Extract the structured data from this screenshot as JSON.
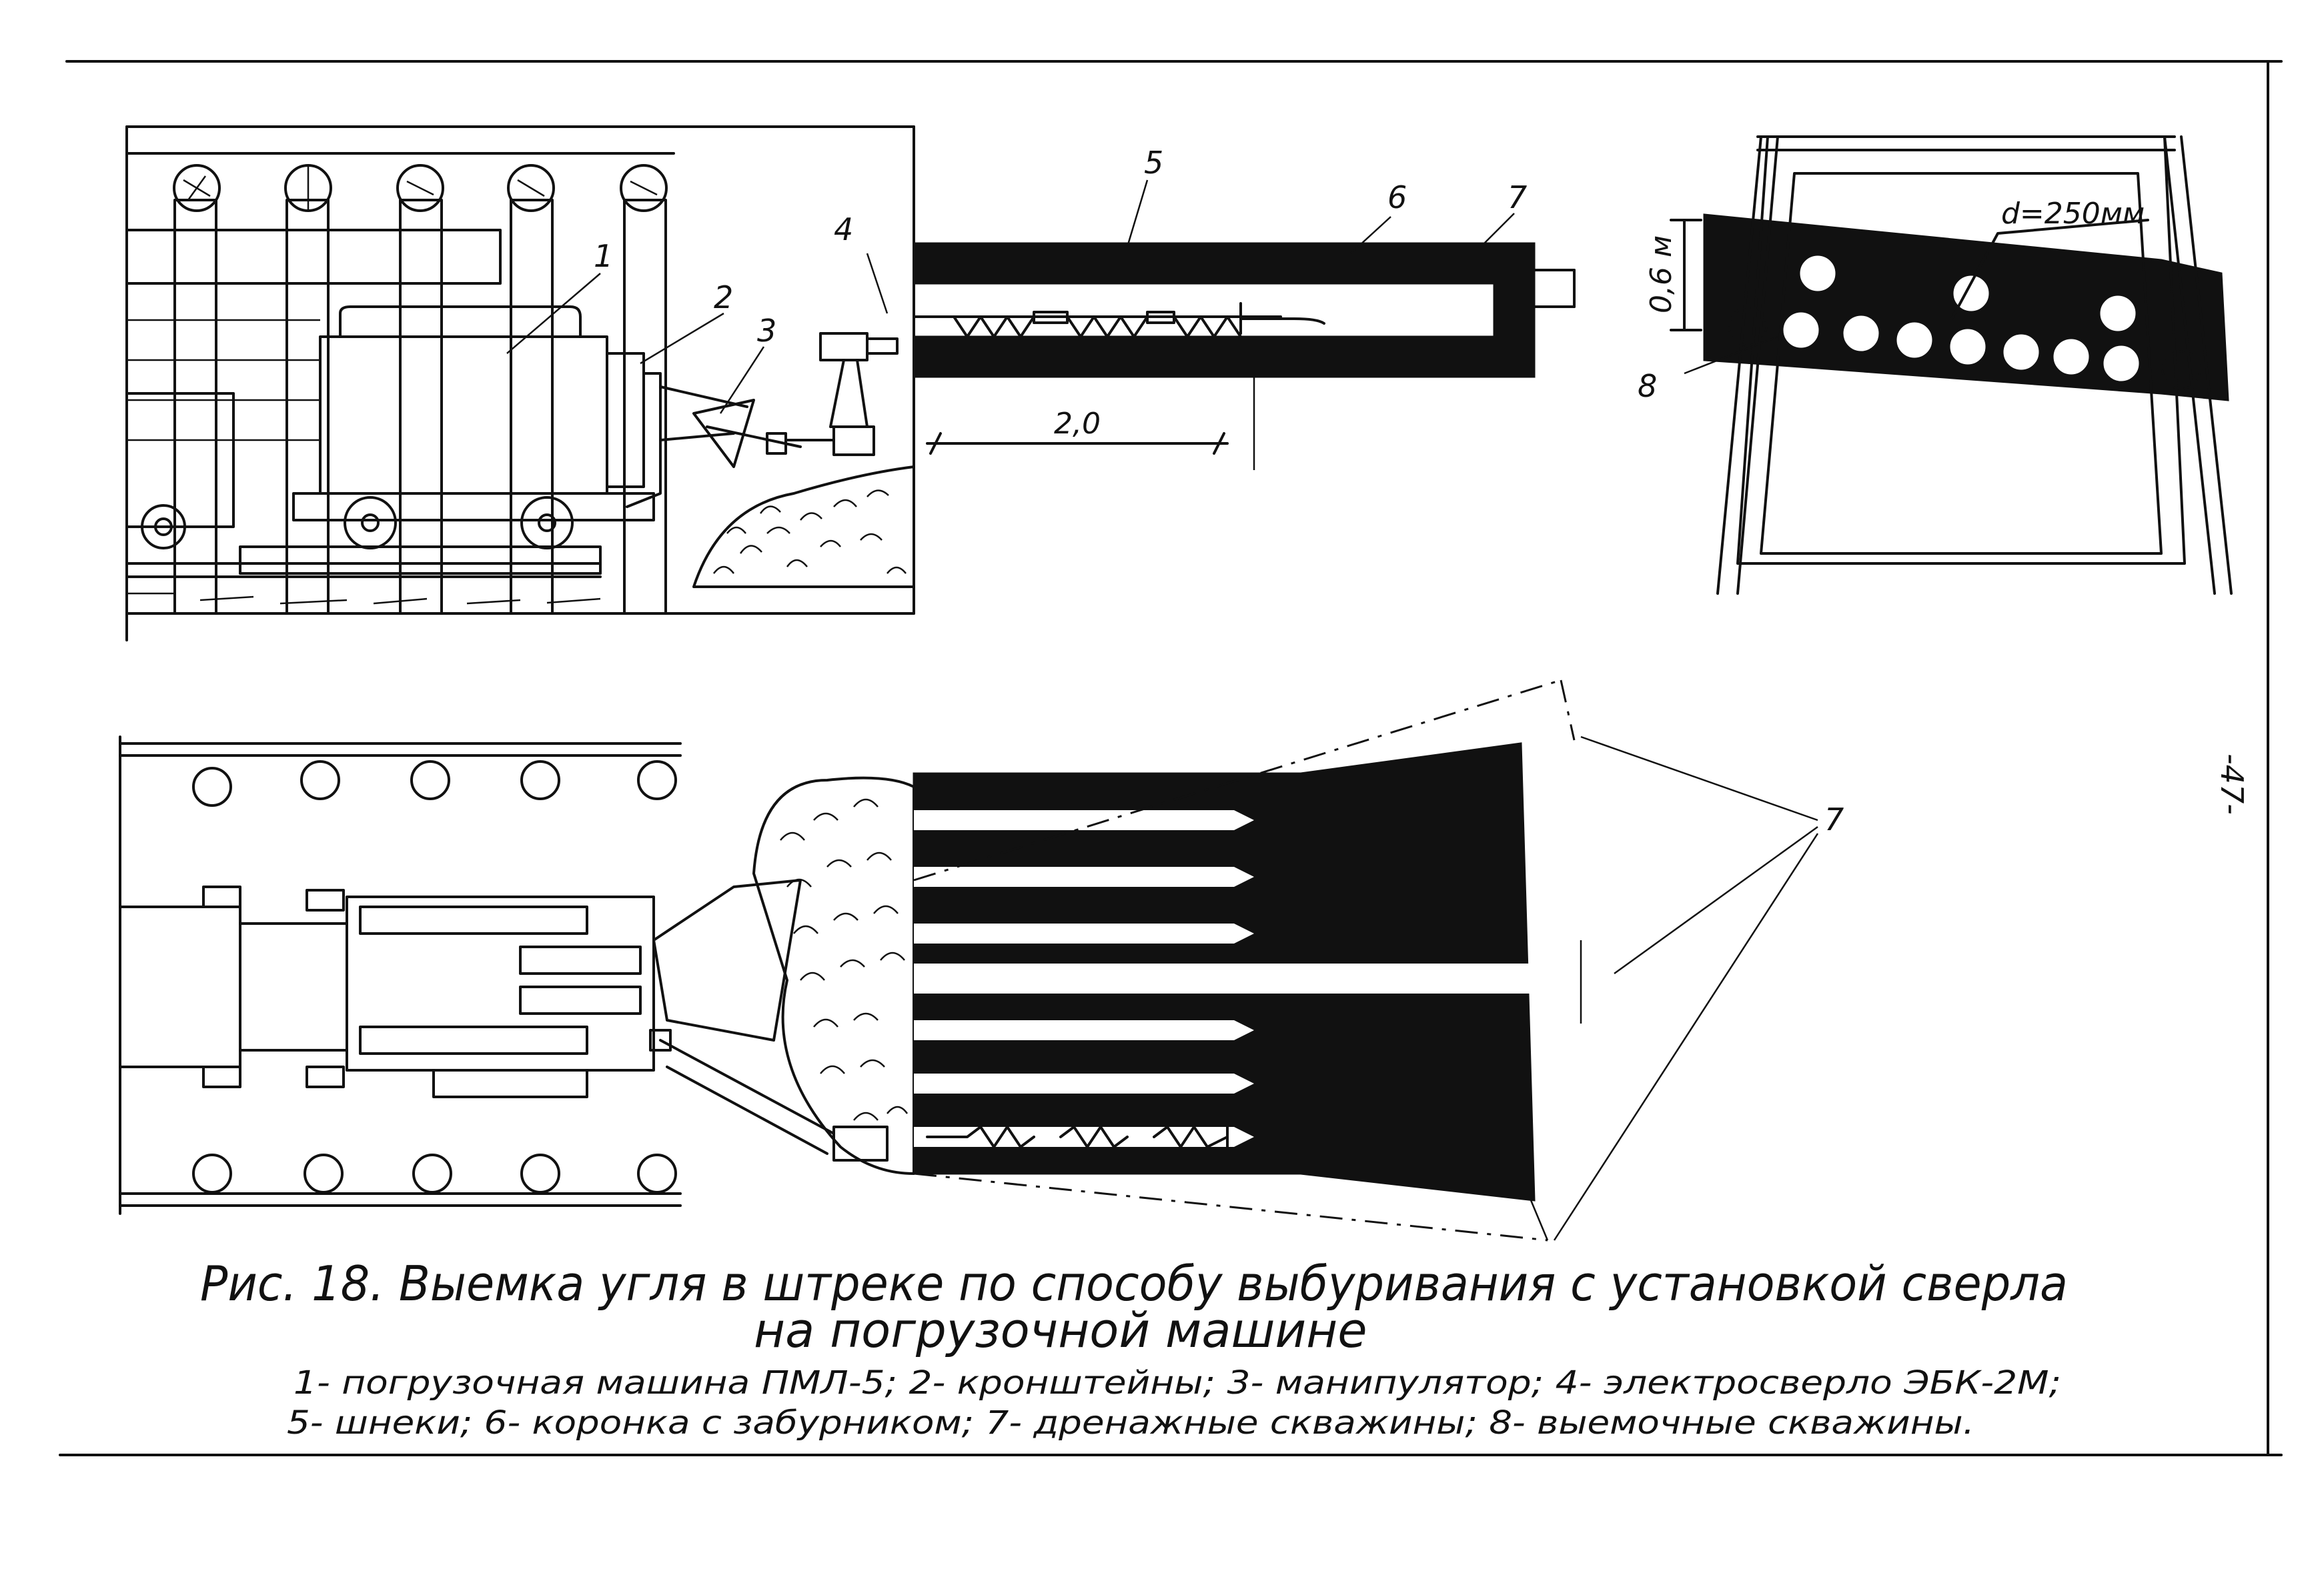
{
  "figure": {
    "caption_line1": "Рис. 18. Выемка угля в штреке по способу выбуривания с установкой сверла",
    "caption_line2": "на погрузочной машине",
    "legend_line1": "1- погрузочная машина ПМЛ-5; 2- кронштейны; 3- манипулятор; 4- электросверло ЭБК-2М;",
    "legend_line2": "5- шнеки; 6- коронка с забурником; 7- дренажные скважины; 8- выемочные скважины.",
    "page_number": "-47-"
  },
  "callouts": {
    "n1": "1",
    "n2": "2",
    "n3": "3",
    "n4": "4",
    "n5": "5",
    "n6": "6",
    "n7_top": "7",
    "n7_plan": "7",
    "n8": "8"
  },
  "dimensions": {
    "length": "2,0",
    "seam_height": "0,6 м",
    "diameter": "d=250мм"
  }
}
